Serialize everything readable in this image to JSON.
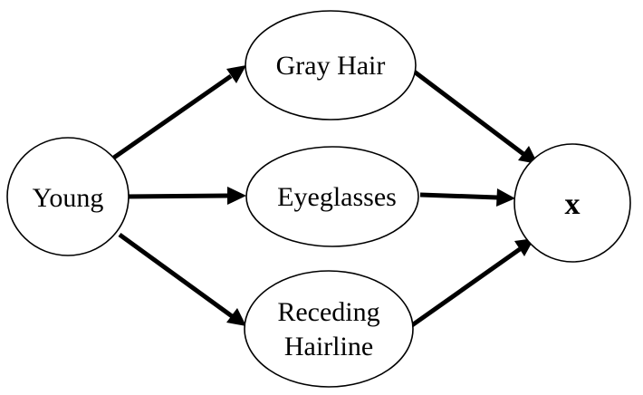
{
  "diagram": {
    "nodes": {
      "young": {
        "label": "Young"
      },
      "gray_hair": {
        "label": "Gray Hair"
      },
      "eyeglasses": {
        "label": "Eyeglasses"
      },
      "receding_hairline": {
        "label_line1": "Receding",
        "label_line2": "Hairline"
      },
      "x": {
        "label": "x"
      }
    },
    "edges": [
      {
        "from": "Young",
        "to": "Gray Hair"
      },
      {
        "from": "Young",
        "to": "Eyeglasses"
      },
      {
        "from": "Young",
        "to": "Receding Hairline"
      },
      {
        "from": "Gray Hair",
        "to": "x"
      },
      {
        "from": "Eyeglasses",
        "to": "x"
      },
      {
        "from": "Receding Hairline",
        "to": "x"
      }
    ],
    "colors": {
      "stroke": "#000000",
      "background": "#ffffff"
    }
  }
}
